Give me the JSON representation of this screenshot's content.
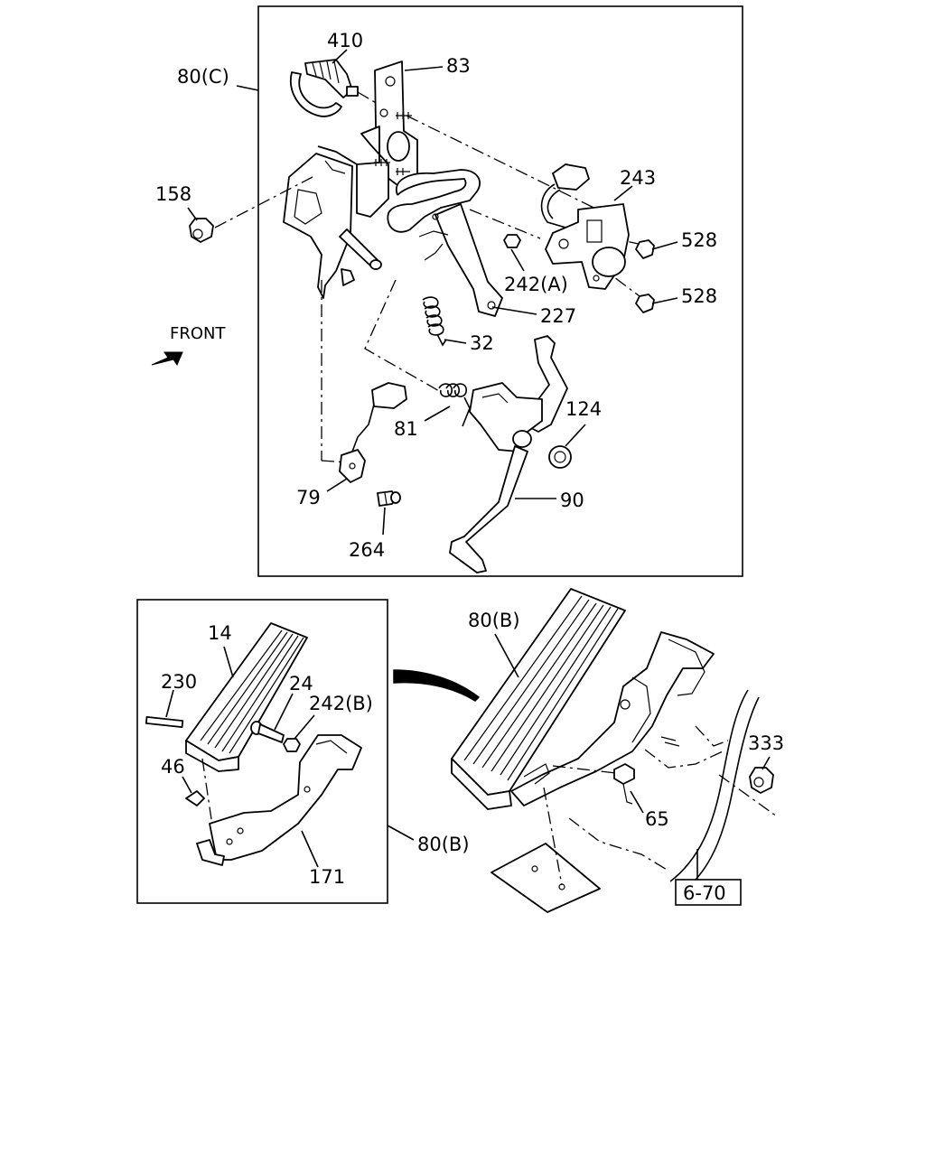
{
  "top_group_label": "80(C)",
  "front_label": "FRONT",
  "callouts": {
    "p410": "410",
    "p83": "83",
    "p158": "158",
    "p243": "243",
    "p528a": "528",
    "p528b": "528",
    "p242a": "242(A)",
    "p227": "227",
    "p32": "32",
    "p124": "124",
    "p81": "81",
    "p79": "79",
    "p90": "90",
    "p264": "264",
    "p14": "14",
    "p230": "230",
    "p24": "24",
    "p242b": "242(B)",
    "p46": "46",
    "p171": "171",
    "p80b_inset": "80(B)",
    "p80b_main": "80(B)",
    "p333": "333",
    "p65": "65"
  },
  "reference_box": "6-70"
}
